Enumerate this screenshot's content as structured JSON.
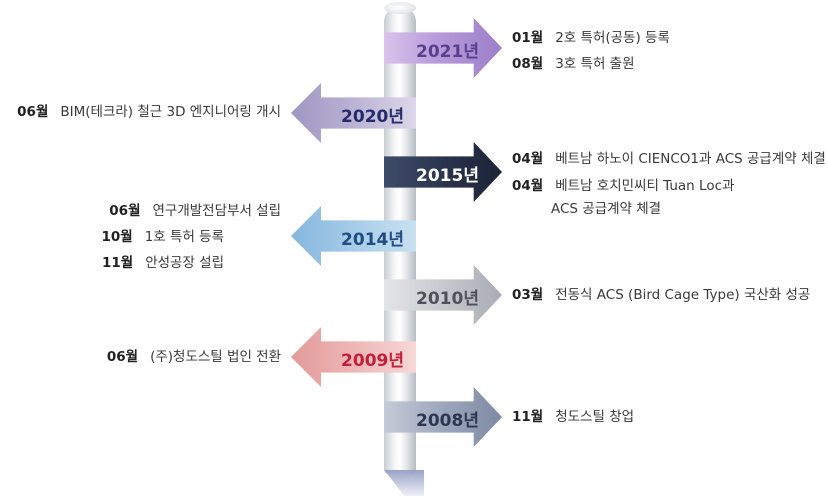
{
  "timeline": [
    {
      "year": "2021년",
      "side": "right",
      "events": [
        {
          "month": "01월",
          "text": "2호 특허(공동) 등록"
        },
        {
          "month": "08월",
          "text": "3호 특허 출원"
        }
      ]
    },
    {
      "year": "2020년",
      "side": "left",
      "events": [
        {
          "month": "06월",
          "text": "BIM(테크라) 철근 3D 엔지니어링 개시"
        }
      ]
    },
    {
      "year": "2015년",
      "side": "right",
      "events": [
        {
          "month": "04월",
          "text": "베트남 하노이 CIENCO1과 ACS 공급계약 체결"
        },
        {
          "month": "04월",
          "text": "베트남 호치민씨티 Tuan Loc과",
          "text2": "ACS 공급계약 체결"
        }
      ]
    },
    {
      "year": "2014년",
      "side": "left",
      "events": [
        {
          "month": "06월",
          "text": "연구개발전담부서 설립"
        },
        {
          "month": "10월",
          "text": "1호 특허 등록"
        },
        {
          "month": "11월",
          "text": "안성공장 설립"
        }
      ]
    },
    {
      "year": "2010년",
      "side": "right",
      "events": [
        {
          "month": "03월",
          "text": "전동식 ACS (Bird Cage Type) 국산화 성공"
        }
      ]
    },
    {
      "year": "2009년",
      "side": "left",
      "events": [
        {
          "month": "06월",
          "text": "(주)청도스틸 법인 전환"
        }
      ]
    },
    {
      "year": "2008년",
      "side": "right",
      "events": [
        {
          "month": "11월",
          "text": "청도스틸 창업"
        }
      ]
    }
  ]
}
